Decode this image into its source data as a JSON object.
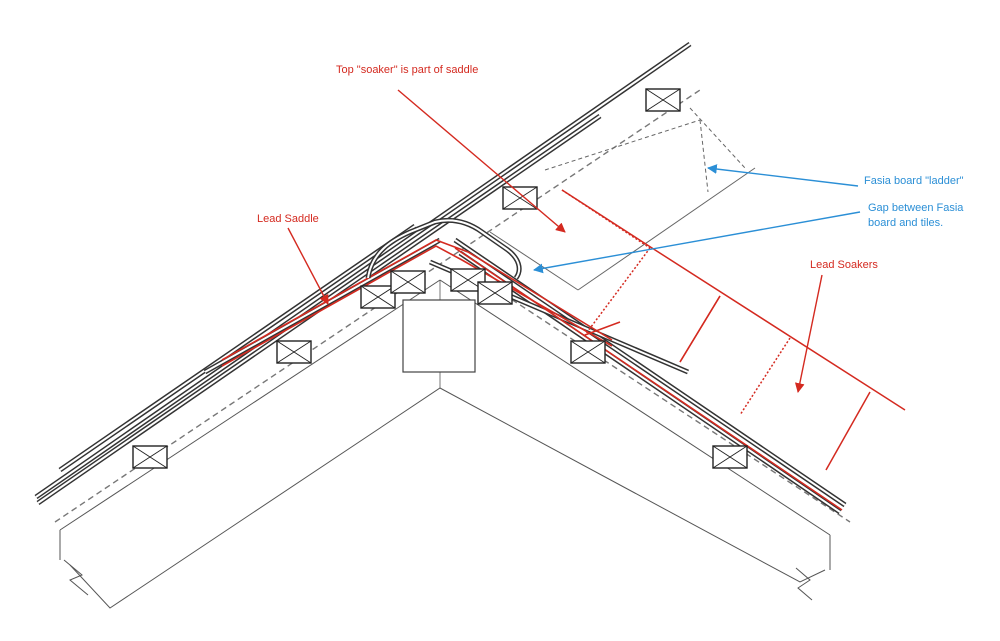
{
  "labels": {
    "top_soaker": "Top \"soaker\" is part of saddle",
    "fasia_ladder": "Fasia board \"ladder\"",
    "gap_line1": "Gap between Fasia",
    "gap_line2": "board and tiles.",
    "lead_saddle": "Lead Saddle",
    "lead_soakers": "Lead Soakers"
  },
  "colors": {
    "annotation_red": "#d42a20",
    "annotation_blue": "#2b8fd6",
    "drawing_gray": "#333333"
  }
}
